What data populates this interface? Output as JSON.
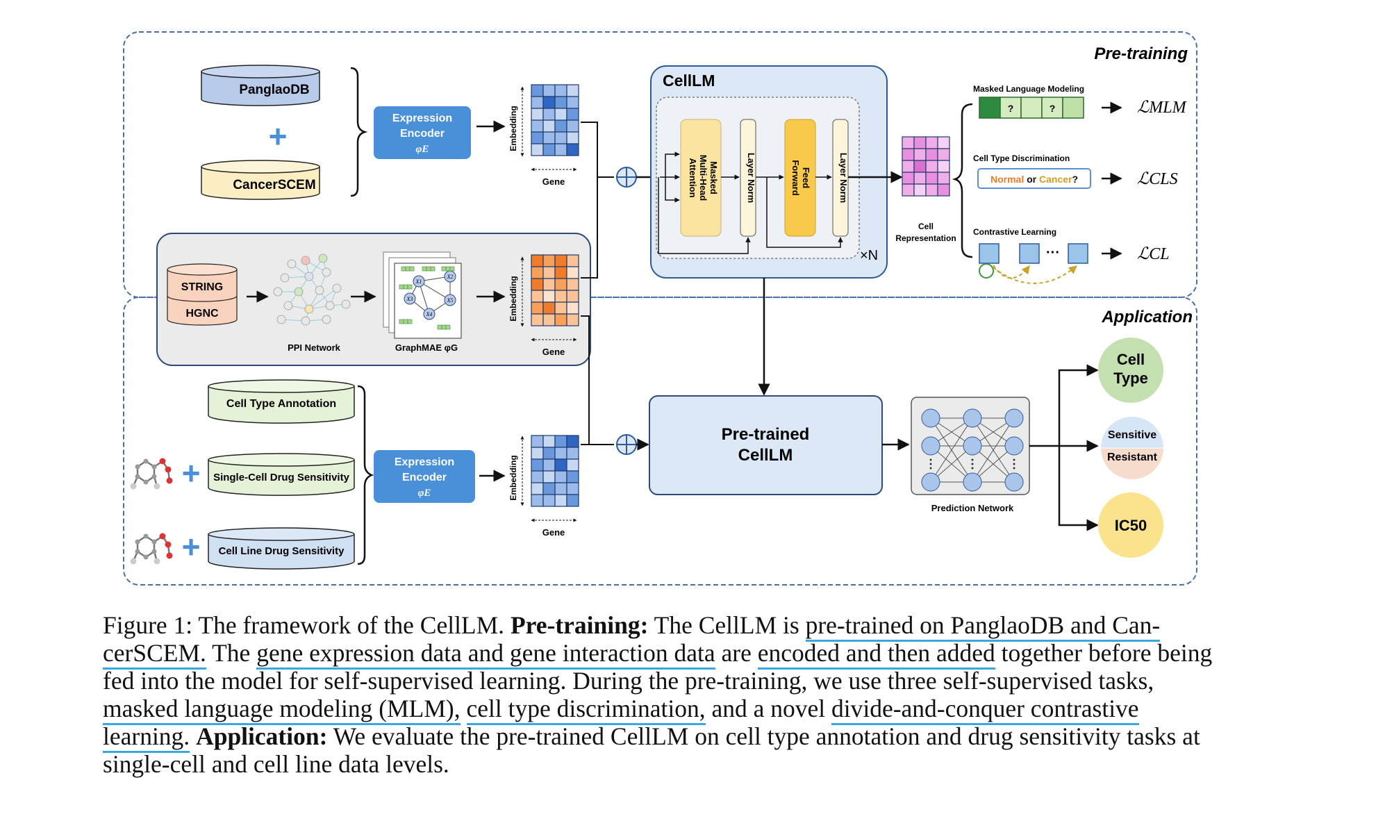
{
  "pretraining_section": {
    "title": "Pre-training",
    "datasets": [
      "PanglaoDB",
      "+",
      "CancerSCEM"
    ],
    "expression_encoder": {
      "line1": "Expression",
      "line2": "Encoder",
      "symbol": "φE"
    },
    "embedding_label": "Embedding",
    "gene_label": "Gene",
    "ppi_databases": [
      "STRING",
      "HGNC"
    ],
    "ppi_network_label": "PPI Network",
    "graphmae_label": "GraphMAE φG",
    "graph_nodes": [
      "X1",
      "X2",
      "X3",
      "X4",
      "X5"
    ],
    "cellLM": {
      "title": "CellLM",
      "blocks": [
        "Masked Multi-Head Attention",
        "Layer Norm",
        "Feed Forward",
        "Layer Norm"
      ],
      "repeat": "×N"
    },
    "cell_representation": {
      "line1": "Cell",
      "line2": "Representation"
    },
    "tasks": [
      {
        "name": "Masked Language Modeling",
        "tokens": [
          "",
          "?",
          "",
          "?",
          ""
        ],
        "loss": "ℒMLM"
      },
      {
        "name": "Cell Type Discrimination",
        "question": {
          "normal": "Normal",
          "or": " or ",
          "cancer": "Cancer",
          "q": "?"
        },
        "loss": "ℒCLS"
      },
      {
        "name": "Contrastive Learning",
        "ellipsis": "···",
        "loss": "ℒCL"
      }
    ]
  },
  "application_section": {
    "title": "Application",
    "datasets": [
      "Cell Type Annotation",
      "Single-Cell Drug Sensitivity",
      "Cell Line Drug Sensitivity"
    ],
    "plus": "+",
    "expression_encoder": {
      "line1": "Expression",
      "line2": "Encoder",
      "symbol": "φE"
    },
    "embedding_label": "Embedding",
    "gene_label": "Gene",
    "pretrained": {
      "line1": "Pre-trained",
      "line2": "CellLM"
    },
    "prediction_network_label": "Prediction Network",
    "outputs": {
      "cell_type": {
        "line1": "Cell",
        "line2": "Type"
      },
      "sensitive": "Sensitive",
      "resistant": "Resistant",
      "ic50": "IC50"
    }
  },
  "colors": {
    "dashed_border": "#4a6fa5",
    "encoder_blue": "#4a90d9",
    "cellLM_bg": "#dce8f5",
    "attention_yellow": "#fbe3a0",
    "feed_forward": "#f9c94c",
    "layernorm": "#fdf4dc",
    "matrix_blue": "#5b8fd6",
    "matrix_orange": "#f58d3c",
    "matrix_pink": "#e98fe0",
    "caption_highlight": "#38a8e0",
    "ic50_yellow": "#fbe38e",
    "cell_type_green": "#c5e0b0"
  },
  "caption": {
    "label": "Figure 1: The framework of the CellLM. ",
    "pretraining_head": "Pre-training:",
    "t1": " The CellLM is ",
    "h1": "pre-trained on PanglaoDB and Can-cerSCEM.",
    "t2": " The ",
    "h2": "gene expression data and gene interaction data",
    "t3": " are ",
    "h3": "encoded and then added",
    "t4": " together before being fed into the model for self-supervised learning. During the pre-training, we use three self-supervised tasks, ",
    "h4": "masked language modeling (MLM),",
    "t5": " ",
    "h5": "cell type discrimination,",
    "t6": " and a novel ",
    "h6": "divide-and-conquer contrastive learning.",
    "t7": " ",
    "application_head": "Application:",
    "t8": " We evaluate the pre-trained CellLM on cell type annotation and drug sensitivity tasks at single-cell and cell line data levels."
  }
}
